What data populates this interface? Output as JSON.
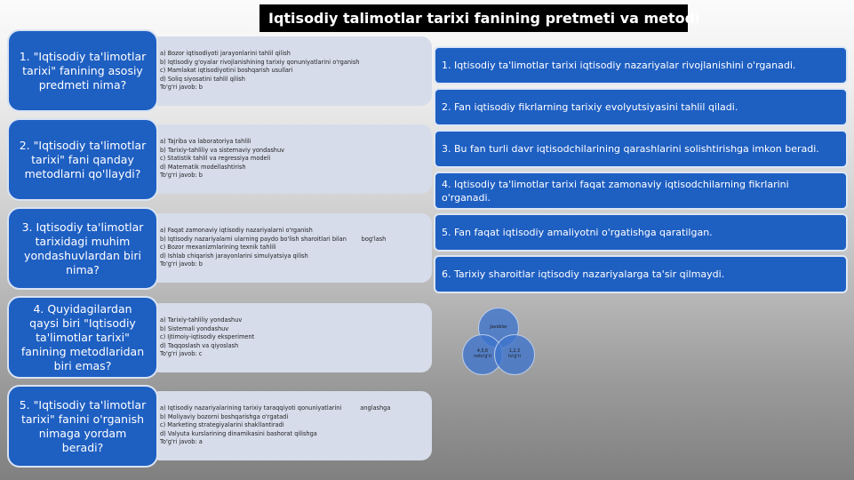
{
  "title": "Iqtisodiy talimotlar tarixi fanining pretmeti va metodi",
  "questions": [
    {
      "text": "1. \"Iqtisodiy ta'limotlar tarixi\" fanining asosiy predmeti nima?",
      "options": [
        "a) Bozor iqtisodiyoti jarayonlarini tahlil qilish",
        "b) Iqtisodiy g'oyalar rivojlanishining tarixiy qonuniyatlarini o'rganish",
        "c) Mamlakat iqtisodiyotini boshqarish usullari",
        "d) Soliq siyosatini tahlil qilish",
        "To'g'ri javob: b"
      ]
    },
    {
      "text": "2. \"Iqtisodiy ta'limotlar tarixi\" fani qanday metodlarni qo'llaydi?",
      "options": [
        "a) Tajriba va laboratoriya tahlili",
        "b) Tarixiy-tahliliy va sistemaviy yondashuv",
        "c) Statistik tahlil va regressiya modeli",
        "d) Matematik modellashtirish",
        "To'g'ri javob: b"
      ]
    },
    {
      "text": "3. Iqtisodiy ta'limotlar tarixidagi muhim yondashuvlardan biri nima?",
      "options": [
        "a) Faqat zamonaviy iqtisodiy nazariyalarni o'rganish",
        "b) Iqtisodiy nazariyalarni ularning paydo bo'lish sharoitlari bilan        bog'lash",
        "c) Bozor mexanizmlarining texnik tahlili",
        "d) Ishlab chiqarish jarayonlarini simulyatsiya qilish",
        "To'g'ri javob: b"
      ]
    },
    {
      "text": "4. Quyidagilardan qaysi biri \"Iqtisodiy ta'limotlar tarixi\" fanining metodlaridan biri emas?",
      "options": [
        "a) Tarixiy-tahliliy yondashuv",
        "b) Sistemali yondashuv",
        "c) Ijtimoiy-iqtisodiy eksperiment",
        "d) Taqqoslash va qiyoslash",
        "To'g'ri javob: c"
      ]
    },
    {
      "text": "5. \"Iqtisodiy ta'limotlar tarixi\" fanini o'rganish nimaga yordam beradi?",
      "options": [
        "a) Iqtisodiy nazariyalarining tarixiy taraqqiyoti qonuniyatlarini          anglashga",
        "b) Moliyaviy bozorni boshqarishga o'rgatadi",
        "c) Marketing strategiyalarini shakllantiradi",
        "d) Valyuta kurslarining dinamikasini bashorat qilishga",
        "To'g'ri javob: a"
      ]
    }
  ],
  "statements": [
    "1. Iqtisodiy ta'limotlar tarixi iqtisodiy nazariyalar rivojlanishini o'rganadi.",
    "2. Fan iqtisodiy fikrlarning tarixiy evolyutsiyasini tahlil qiladi.",
    "3. Bu fan turli davr iqtisodchilarining qarashlarini solishtirishga imkon beradi.",
    "4. Iqtisodiy ta'limotlar tarixi faqat zamonaviy iqtisodchilarning fikrlarini o'rganadi.",
    "5. Fan faqat iqtisodiy amaliyotni o'rgatishga qaratilgan.",
    "6. Tarixiy sharoitlar iqtisodiy nazariyalarga ta'sir qilmaydi."
  ],
  "venn": {
    "top": "Javoblar",
    "left": "4,5,6\nnoto'g'ri",
    "right": "1,2,3\nto'g'ri"
  }
}
